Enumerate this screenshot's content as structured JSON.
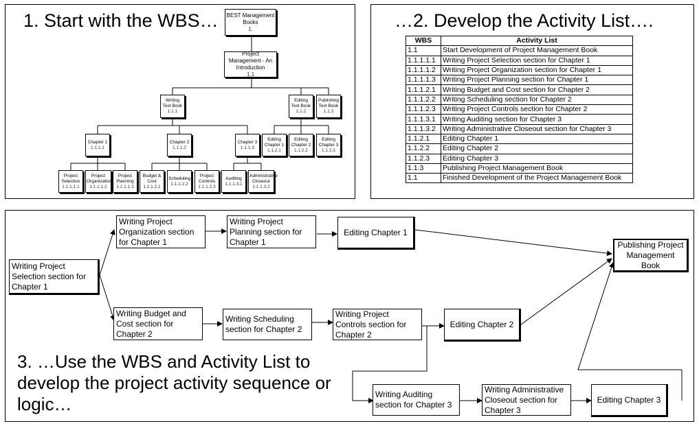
{
  "panels": {
    "wbs_title": "1. Start with the WBS…",
    "activity_title": "…2. Develop the Activity List….",
    "network_title": "3. …Use the WBS and Activity List to develop the project activity sequence or logic…"
  },
  "wbs_tree": {
    "root": {
      "label": "BEST Management Books",
      "code": "1."
    },
    "level1": {
      "label": "Project Management - An Introduction",
      "code": "1.1"
    },
    "writing": {
      "label": "Writing Text Book",
      "code": "1.1.1"
    },
    "editing": {
      "label": "Editing Text Book",
      "code": "1.1.2"
    },
    "publishing": {
      "label": "Publishing Text Book",
      "code": "1.1.3"
    },
    "chapter1": {
      "label": "Chapter 1",
      "code": "1.1.1.1"
    },
    "chapter2": {
      "label": "Chapter 2",
      "code": "1.1.1.2"
    },
    "chapter3": {
      "label": "Chapter 3",
      "code": "1.1.1.3"
    },
    "edit_ch1": {
      "label": "Editing Chapter 1",
      "code": "1.1.2.1"
    },
    "edit_ch2": {
      "label": "Editing Chapter 2",
      "code": "1.1.2.2"
    },
    "edit_ch3": {
      "label": "Editing Chapter 3",
      "code": "1.1.2.3"
    },
    "proj_selection": {
      "label": "Project Selection",
      "code": "1.1.1.1.1"
    },
    "proj_organization": {
      "label": "Project Organization",
      "code": "1.1.1.1.2"
    },
    "proj_planning": {
      "label": "Project Planning",
      "code": "1.1.1.1.3"
    },
    "budget_cost": {
      "label": "Budget & Cost",
      "code": "1.1.1.2.1"
    },
    "scheduling": {
      "label": "Scheduling",
      "code": "1.1.1.2.2"
    },
    "proj_controls": {
      "label": "Project Controls",
      "code": "1.1.1.2.3"
    },
    "auditing": {
      "label": "Auditing",
      "code": "1.1.1.3.1"
    },
    "admin_closeout": {
      "label": "Administrative Closeout",
      "code": "1.1.1.3.2"
    }
  },
  "activity_table": {
    "headers": [
      "WBS",
      "Activity List"
    ],
    "rows": [
      {
        "wbs": "1.1",
        "activity": "Start Development of Project Management Book"
      },
      {
        "wbs": "1.1.1.1.1",
        "activity": "Writing Project Selection section for Chapter 1"
      },
      {
        "wbs": "1.1.1.1.2",
        "activity": "Writing Project Organization section for Chapter 1"
      },
      {
        "wbs": "1.1.1.1.3",
        "activity": "Writing Project Planning section for Chapter 1"
      },
      {
        "wbs": "1.1.1.2.1",
        "activity": "Writing Budget and Cost section for Chapter 2"
      },
      {
        "wbs": "1.1.1.2.2",
        "activity": "Writing Scheduling section for Chapter 2"
      },
      {
        "wbs": "1.1.1.2.3",
        "activity": "Writing Project Controls section for Chapter 2"
      },
      {
        "wbs": "1.1.1.3.1",
        "activity": "Writing Auditing section for Chapter 3"
      },
      {
        "wbs": "1.1.1.3.2",
        "activity": "Writing Administrative Closeout section for Chapter 3"
      },
      {
        "wbs": "1.1.2.1",
        "activity": "Editing Chapter 1"
      },
      {
        "wbs": "1.1.2.2",
        "activity": "Editing Chapter 2"
      },
      {
        "wbs": "1.1.2.3",
        "activity": "Editing Chapter 3"
      },
      {
        "wbs": "1.1.3",
        "activity": "Publishing Project Management Book"
      },
      {
        "wbs": "1.1",
        "activity": "Finished Development of the Project Management Book"
      }
    ]
  },
  "network": {
    "n_selection": "Writing Project Selection section for Chapter 1",
    "n_organization": "Writing Project Organization section for Chapter 1",
    "n_planning": "Writing Project Planning section for Chapter 1",
    "n_edit1": "Editing Chapter 1",
    "n_budget": "Writing Budget and Cost section for Chapter 2",
    "n_scheduling": "Writing Scheduling section for Chapter 2",
    "n_controls": "Writing Project Controls section for Chapter 2",
    "n_edit2": "Editing Chapter 2",
    "n_auditing": "Writing Auditing section for Chapter 3",
    "n_admin": "Writing Administrative Closeout section for Chapter 3",
    "n_edit3": "Editing Chapter 3",
    "n_publishing": "Publishing Project Management Book"
  }
}
